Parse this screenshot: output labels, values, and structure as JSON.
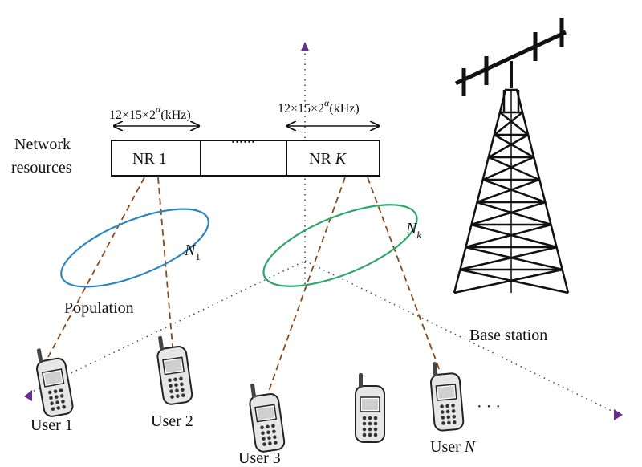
{
  "diagram": {
    "bandwidth_left": {
      "base": "12×15×2",
      "exp": "α",
      "unit": "(kHz)"
    },
    "bandwidth_right": {
      "base": "12×15×2",
      "exp": "α",
      "unit": "(kHz)"
    },
    "network_resources_label": [
      "Network",
      "resources"
    ],
    "nr_blocks": [
      "NR 1",
      "",
      "NR K"
    ],
    "nr_k_prefix": "NR ",
    "nr_k_var": "K",
    "gap_dots": "......",
    "population_left": {
      "var": "N",
      "sub": "1"
    },
    "population_right": {
      "var": "N",
      "sub": "k"
    },
    "population_label": "Population",
    "base_station_label": "Base station",
    "users": {
      "u1": "User 1",
      "u2": "User 2",
      "u3": "User 3",
      "uN_prefix": "User ",
      "uN_var": "N",
      "more": "· · ·"
    },
    "colors": {
      "ellipse_left": "#2e86c1",
      "ellipse_right": "#2ea86a",
      "dashed_link": "#8b4a1a",
      "axis_marker": "#6a2c91"
    }
  }
}
